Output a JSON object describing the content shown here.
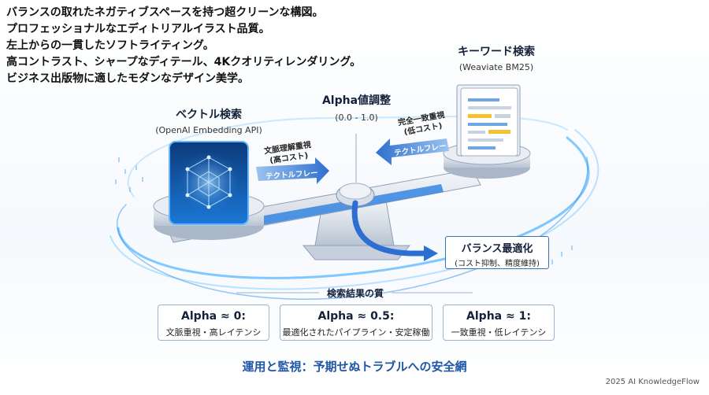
{
  "intro": [
    "バランスの取れたネガティブスペースを持つ超クリーンな構図。",
    "プロフェッショナルなエディトリアルイラスト品質。",
    "左上からの一貫したソフトライティング。",
    "高コントラスト、シャープなディテール、4Kクオリティレンダリング。",
    "ビジネス出版物に適したモダンなデザイン美学。"
  ],
  "vector": {
    "title": "ベクトル検索",
    "subtitle": "(OpenAI Embedding API)",
    "note_line1": "文脈理解重視",
    "note_line2": "(高コスト)",
    "arrow_label": "テクトルフレー"
  },
  "keyword": {
    "title": "キーワード検索",
    "subtitle": "(Weaviate BM25)",
    "note_line1": "完全一致重視",
    "note_line2": "(低コスト)",
    "arrow_label": "テクトルフレー"
  },
  "alpha": {
    "title": "Alpha値調整",
    "range": "(0.0 - 1.0)"
  },
  "balance": {
    "title": "バランス最適化",
    "subtitle": "(コスト抑制、精度維持)"
  },
  "results": {
    "heading": "検索結果の質",
    "cards": [
      {
        "title": "Alpha ≈ 0:",
        "desc": "文脈重視・高レイテンシ"
      },
      {
        "title": "Alpha ≈ 0.5:",
        "desc": "最適化されたパイプライン・安定稼働"
      },
      {
        "title": "Alpha ≈ 1:",
        "desc": "一致重視・低レイテンシ"
      }
    ]
  },
  "footer": "運用と監視：予期せぬトラブルへの安全網",
  "credit": "2025 AI KnowledgeFlow",
  "colors": {
    "accent": "#1f56a8",
    "glow": "#4db2ff",
    "arrow": "#3f7ed8"
  }
}
